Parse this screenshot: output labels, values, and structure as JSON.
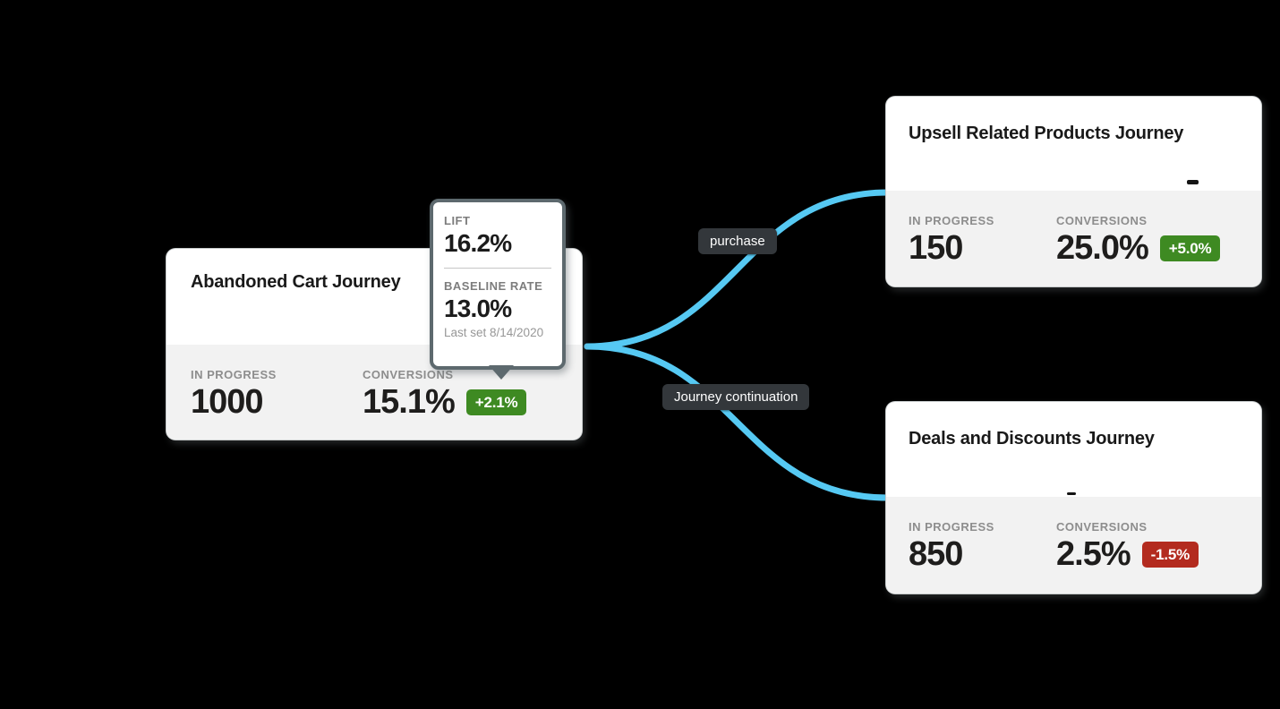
{
  "colors": {
    "background": "#000000",
    "edge_blue": "#56C9F3",
    "positive_green": "#3E8A22",
    "negative_red": "#B32B1F",
    "tooltip_border": "#5D696E",
    "chip_bg": "#33373B",
    "stats_bg": "#F2F2F2"
  },
  "nodes": [
    {
      "title": "Abandoned Cart Journey",
      "in_progress_label": "IN PROGRESS",
      "in_progress_value": "1000",
      "conversions_label": "CONVERSIONS",
      "conversions_value": "15.1%",
      "delta": "+2.1%",
      "delta_type": "positive"
    },
    {
      "title": "Upsell Related Products Journey",
      "in_progress_label": "IN PROGRESS",
      "in_progress_value": "150",
      "conversions_label": "CONVERSIONS",
      "conversions_value": "25.0%",
      "delta": "+5.0%",
      "delta_type": "positive"
    },
    {
      "title": "Deals and Discounts Journey",
      "in_progress_label": "IN PROGRESS",
      "in_progress_value": "850",
      "conversions_label": "CONVERSIONS",
      "conversions_value": "2.5%",
      "delta": "-1.5%",
      "delta_type": "negative"
    }
  ],
  "edges": [
    {
      "label": "purchase"
    },
    {
      "label": "Journey continuation"
    }
  ],
  "tooltip": {
    "lift_label": "LIFT",
    "lift_value": "16.2%",
    "baseline_label": "BASELINE RATE",
    "baseline_value": "13.0%",
    "last_set_note": "Last set 8/14/2020"
  }
}
